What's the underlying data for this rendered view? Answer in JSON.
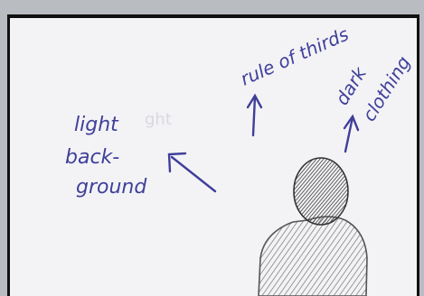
{
  "sketch": {
    "annotations": {
      "light_background": [
        "light",
        "back-",
        "ground"
      ],
      "rule_of_thirds": "rule of thirds",
      "dark_clothing": [
        "dark",
        "clothing"
      ]
    },
    "colors": {
      "ink": "#3f3f9a",
      "paper": "#f3f3f6",
      "border": "#111111",
      "pencil": "#4a4a4a"
    }
  }
}
